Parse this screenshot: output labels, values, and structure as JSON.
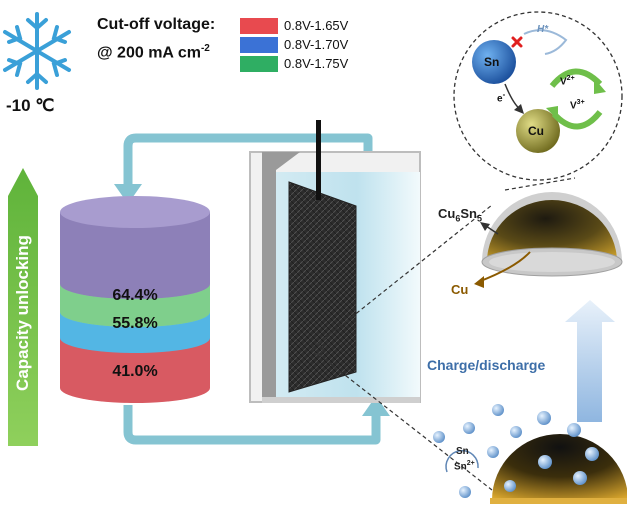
{
  "temperature": "-10 ℃",
  "legend": {
    "title": "Cut-off voltage:",
    "current_prefix": "@ 200 mA cm",
    "current_sup": "-2",
    "entries": [
      {
        "label": "0.8V-1.65V",
        "color": "#e84a4f"
      },
      {
        "label": "0.8V-1.70V",
        "color": "#3b72d6"
      },
      {
        "label": "0.8V-1.75V",
        "color": "#2fae63"
      }
    ]
  },
  "cylinder": {
    "levels": [
      {
        "label": "64.4%",
        "color": "#7fcf8c"
      },
      {
        "label": "55.8%",
        "color": "#53b6e4"
      },
      {
        "label": "41.0%",
        "color": "#d85a62"
      }
    ],
    "top_color": "#8d80b8"
  },
  "side_banner": "Capacity unlocking",
  "process_label": "Charge/discharge",
  "labels": {
    "cu6sn5_main": "Cu",
    "cu6sn5_sub1": "6",
    "cu6sn5_mid": "Sn",
    "cu6sn5_sub2": "5",
    "cu": "Cu"
  },
  "mechanism": {
    "sn": "Sn",
    "cu": "Cu",
    "electron": "e",
    "electron_sup": "-",
    "hydrogen": "H*",
    "v2": "V",
    "v2_sup": "2+",
    "v3": "V",
    "v3_sup": "3+"
  },
  "bottom_cycle": {
    "sn": "Sn",
    "sn2": "Sn",
    "sn2_sup": "2+"
  }
}
